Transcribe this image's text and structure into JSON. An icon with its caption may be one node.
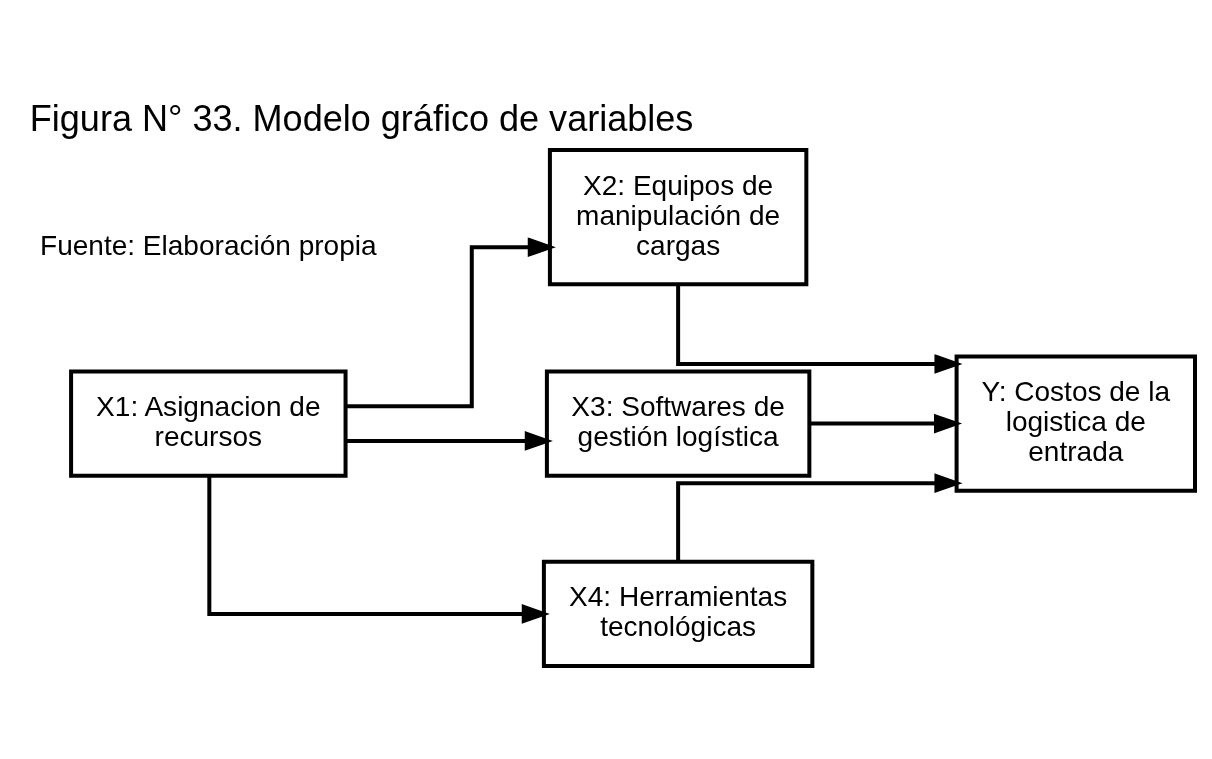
{
  "diagram": {
    "title": "Figura N° 33. Modelo gráfico de variables",
    "caption": "Fuente: Elaboración propia",
    "nodes": [
      {
        "text": [
          "X1: Asignacion de recursos"
        ]
      },
      {
        "text": [
          "X2: Equipos de manipulación de cargas"
        ]
      },
      {
        "text": [
          "X3: Softwares de gestión logística"
        ]
      },
      {
        "text": [
          "X4: Herramientas tecnológicas"
        ]
      },
      {
        "text": [
          "Y: Costos de la logistica de entrada"
        ]
      }
    ],
    "edges": [
      {
        "from": 0,
        "to": 1,
        "arrow": "to"
      },
      {
        "from": 0,
        "to": 2,
        "arrow": "to"
      },
      {
        "from": 0,
        "to": 3,
        "arrow": "to"
      },
      {
        "from": 1,
        "to": 4,
        "arrow": "to"
      },
      {
        "from": 2,
        "to": 4,
        "arrow": "to"
      },
      {
        "from": 3,
        "to": 4,
        "arrow": "to"
      }
    ]
  }
}
